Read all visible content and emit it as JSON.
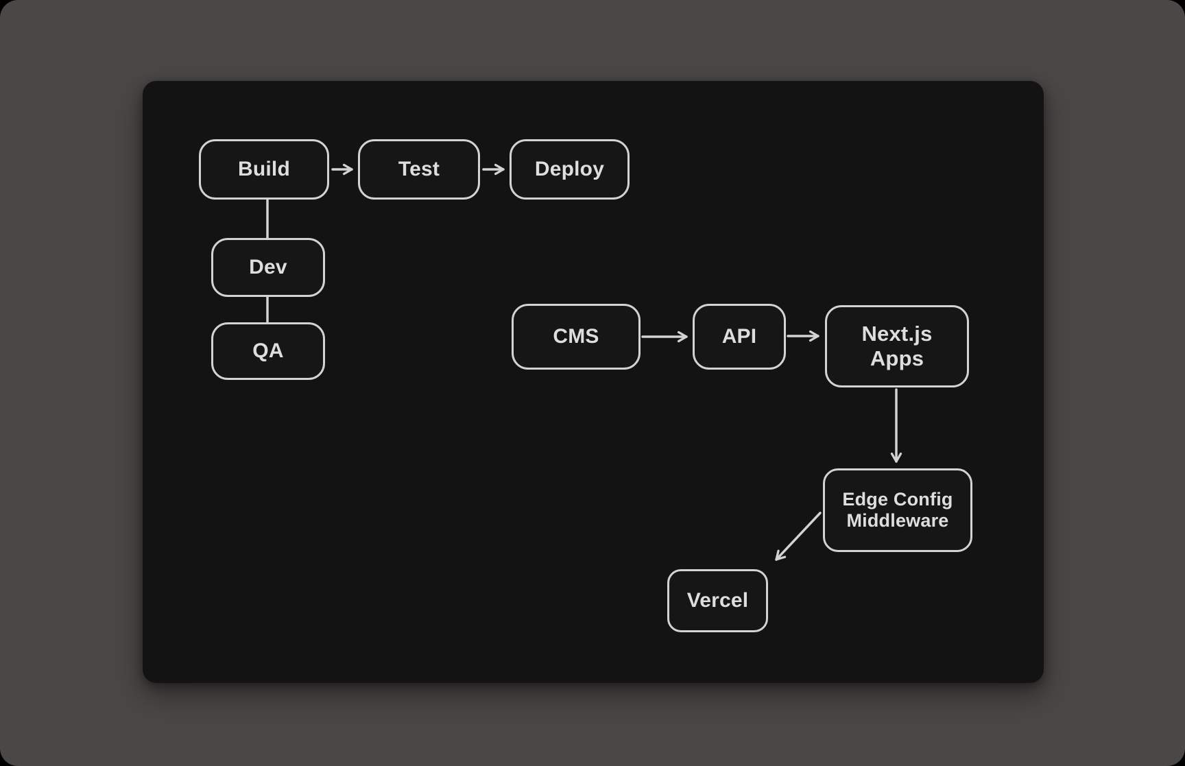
{
  "colors": {
    "outer_background": "#4a4746",
    "canvas_background": "#131313",
    "node_fill": "#161616",
    "node_stroke": "#d3d3d3",
    "node_text": "#dedede",
    "connector": "#d3d3d3"
  },
  "diagram": {
    "nodes": [
      {
        "id": "build",
        "label": "Build"
      },
      {
        "id": "test",
        "label": "Test"
      },
      {
        "id": "deploy",
        "label": "Deploy"
      },
      {
        "id": "dev",
        "label": "Dev"
      },
      {
        "id": "qa",
        "label": "QA"
      },
      {
        "id": "cms",
        "label": "CMS"
      },
      {
        "id": "api",
        "label": "API"
      },
      {
        "id": "nextjs-apps",
        "label": "Next.js\nApps"
      },
      {
        "id": "edge-config-middleware",
        "label": "Edge Config\nMiddleware"
      },
      {
        "id": "vercel",
        "label": "Vercel"
      }
    ],
    "edges": [
      {
        "from": "build",
        "to": "test",
        "style": "arrow"
      },
      {
        "from": "test",
        "to": "deploy",
        "style": "arrow"
      },
      {
        "from": "build",
        "to": "dev",
        "style": "line"
      },
      {
        "from": "dev",
        "to": "qa",
        "style": "line"
      },
      {
        "from": "cms",
        "to": "api",
        "style": "arrow"
      },
      {
        "from": "api",
        "to": "nextjs-apps",
        "style": "arrow"
      },
      {
        "from": "nextjs-apps",
        "to": "edge-config-middleware",
        "style": "arrow"
      },
      {
        "from": "edge-config-middleware",
        "to": "vercel",
        "style": "arrow"
      }
    ]
  }
}
